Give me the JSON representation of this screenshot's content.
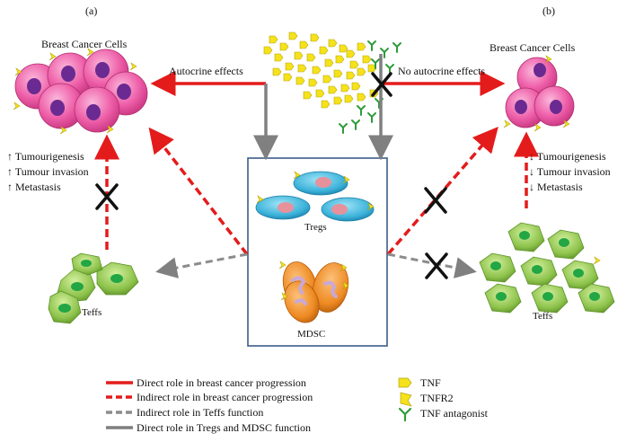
{
  "panels": {
    "a": "(a)",
    "b": "(b)"
  },
  "cancer_label_a": "Breast Cancer Cells",
  "cancer_label_b": "Breast Cancer Cells",
  "autocrine_label": "Autocrine effects",
  "no_autocrine_label": "No autocrine effects",
  "effects_a": [
    "↑ Tumourigenesis",
    "↑ Tumour invasion",
    "↑ Metastasis"
  ],
  "effects_b": [
    "↓ Tumourigenesis",
    "↓ Tumour invasion",
    "↓ Metastasis"
  ],
  "tregs_label": "Tregs",
  "mdsc_label": "MDSC",
  "teffs_label_a": "Teffs",
  "teffs_label_b": "Teffs",
  "legend": [
    {
      "label": "Direct role in breast cancer progression",
      "color": "#e41b1b",
      "style": "solid"
    },
    {
      "label": "Indirect role in breast cancer progression",
      "color": "#e41b1b",
      "style": "dashed"
    },
    {
      "label": "Indirect role in Teffs function",
      "color": "#8c8c8c",
      "style": "dashed"
    },
    {
      "label": "Direct role in Tregs and MDSC function",
      "color": "#7f7f7f",
      "style": "solid"
    }
  ],
  "key": [
    {
      "label": "TNF",
      "icon": "tnf-icon"
    },
    {
      "label": "TNFR2",
      "icon": "tnfr2-icon"
    },
    {
      "label": "TNF antagonist",
      "icon": "tnf-antagonist-icon"
    }
  ],
  "colors": {
    "cancer": "#ee5ea8",
    "nucleus": "#6a2a91",
    "treg": "#3ab1d9",
    "mdsc": "#ee8a22",
    "teff": "#8cc24a",
    "teff_nucleus": "#23a644",
    "tnf": "#f5e21a",
    "antagonist": "#2e9c3a",
    "red": "#e41b1b",
    "gray": "#808080",
    "box": "#3d5d85"
  }
}
